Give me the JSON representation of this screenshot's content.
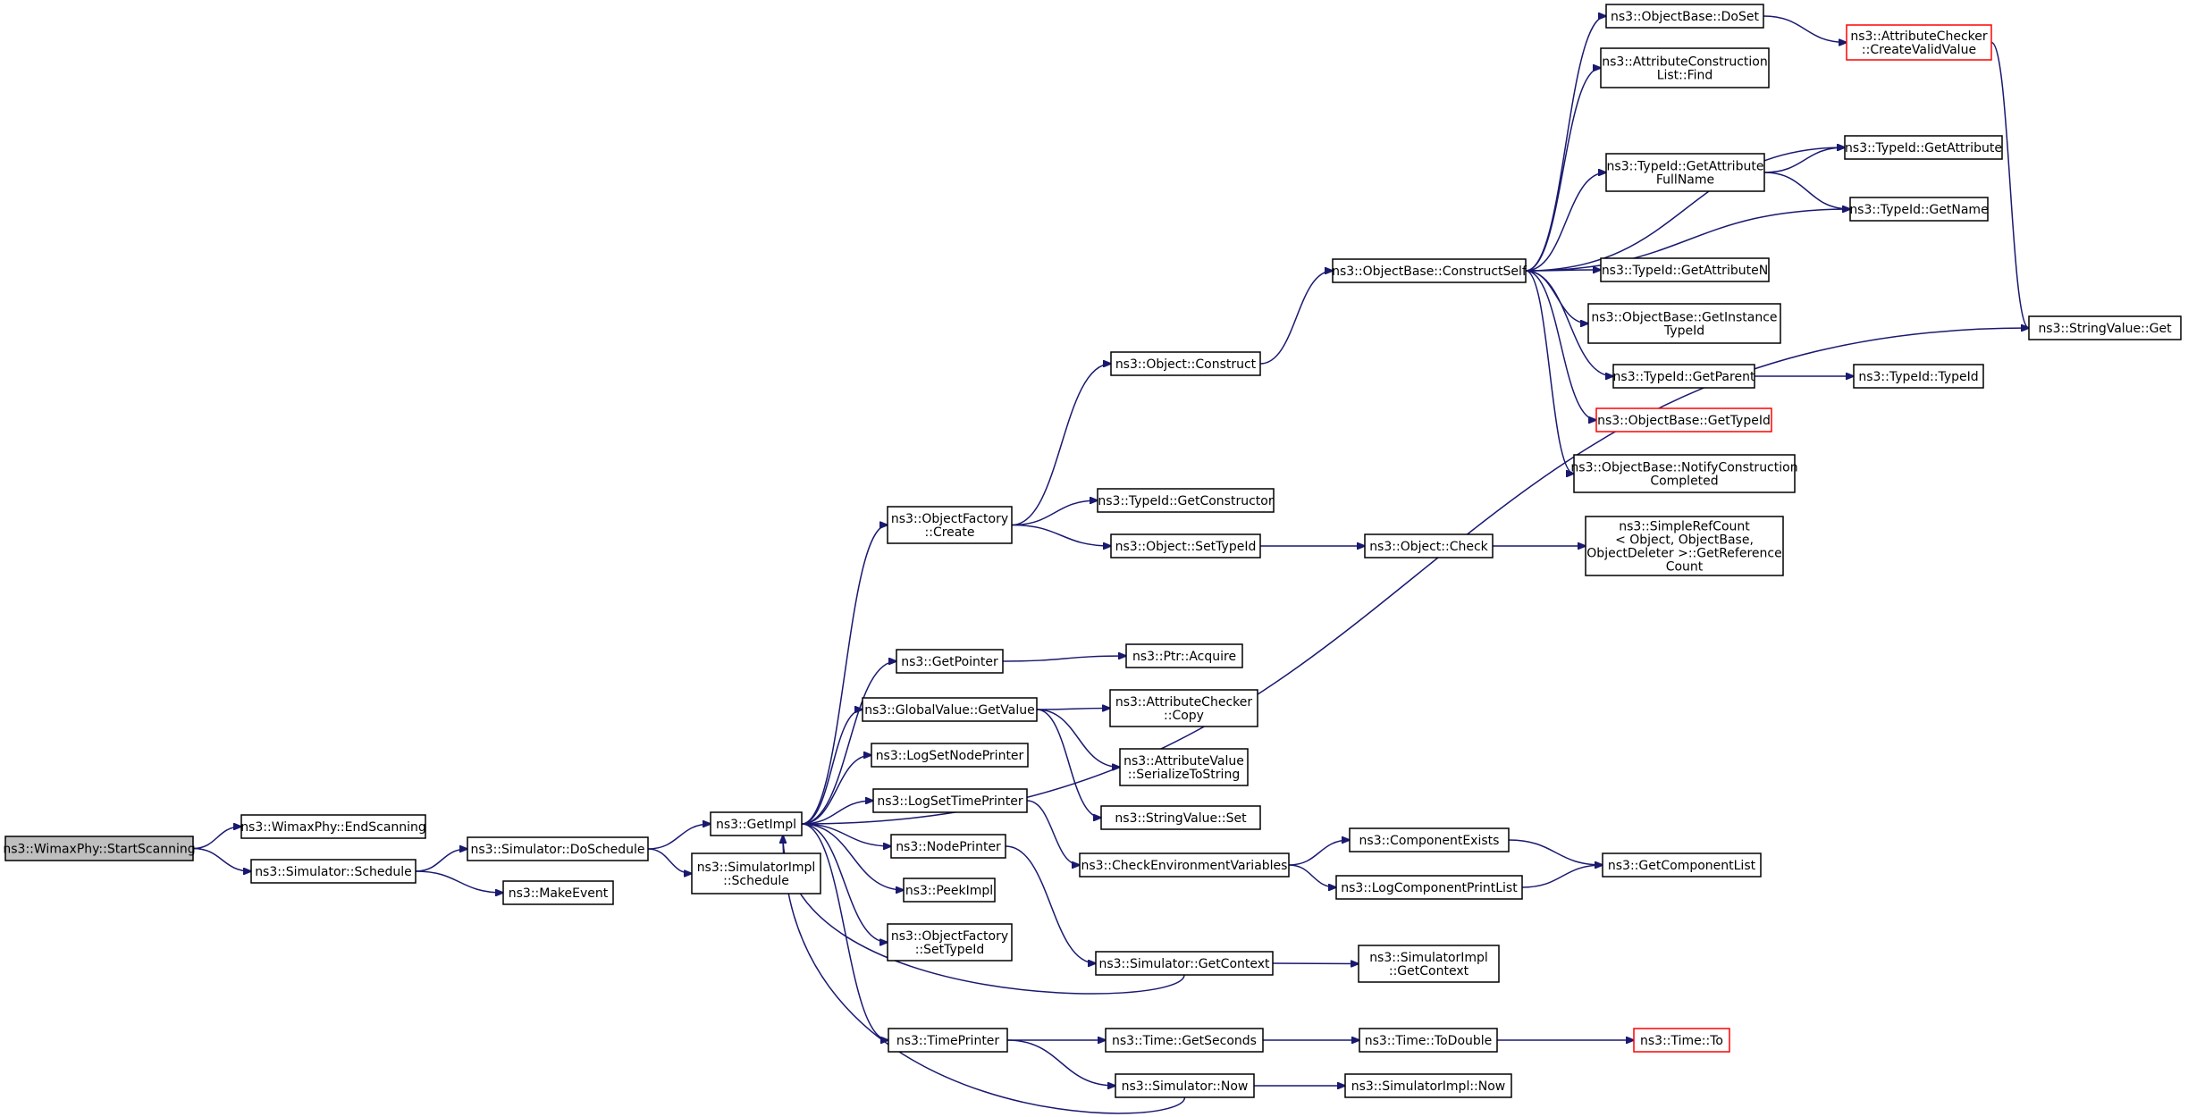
{
  "graph": {
    "nodes": [
      {
        "id": "startScanning",
        "lines": [
          "ns3::WimaxPhy::StartScanning"
        ],
        "kind": "root"
      },
      {
        "id": "endScanning",
        "lines": [
          "ns3::WimaxPhy::EndScanning"
        ]
      },
      {
        "id": "simSchedule",
        "lines": [
          "ns3::Simulator::Schedule"
        ]
      },
      {
        "id": "doSchedule",
        "lines": [
          "ns3::Simulator::DoSchedule"
        ]
      },
      {
        "id": "makeEvent",
        "lines": [
          "ns3::MakeEvent"
        ]
      },
      {
        "id": "getImpl",
        "lines": [
          "ns3::GetImpl"
        ]
      },
      {
        "id": "simImplSchedule",
        "lines": [
          "ns3::SimulatorImpl",
          "::Schedule"
        ]
      },
      {
        "id": "objFactoryCreate",
        "lines": [
          "ns3::ObjectFactory",
          "::Create"
        ]
      },
      {
        "id": "getPointer",
        "lines": [
          "ns3::GetPointer"
        ]
      },
      {
        "id": "gvGetValue",
        "lines": [
          "ns3::GlobalValue::GetValue"
        ]
      },
      {
        "id": "logSetNodePrinter",
        "lines": [
          "ns3::LogSetNodePrinter"
        ]
      },
      {
        "id": "logSetTimePrinter",
        "lines": [
          "ns3::LogSetTimePrinter"
        ]
      },
      {
        "id": "nodePrinter",
        "lines": [
          "ns3::NodePrinter"
        ]
      },
      {
        "id": "peekImpl",
        "lines": [
          "ns3::PeekImpl"
        ]
      },
      {
        "id": "ofSetTypeId",
        "lines": [
          "ns3::ObjectFactory",
          "::SetTypeId"
        ]
      },
      {
        "id": "timePrinter",
        "lines": [
          "ns3::TimePrinter"
        ]
      },
      {
        "id": "objConstruct",
        "lines": [
          "ns3::Object::Construct"
        ]
      },
      {
        "id": "tidGetConstructor",
        "lines": [
          "ns3::TypeId::GetConstructor"
        ]
      },
      {
        "id": "objSetTypeId",
        "lines": [
          "ns3::Object::SetTypeId"
        ]
      },
      {
        "id": "ptrAcquire",
        "lines": [
          "ns3::Ptr::Acquire"
        ]
      },
      {
        "id": "acCopy",
        "lines": [
          "ns3::AttributeChecker",
          "::Copy"
        ]
      },
      {
        "id": "avSerialize",
        "lines": [
          "ns3::AttributeValue",
          "::SerializeToString"
        ]
      },
      {
        "id": "svSet",
        "lines": [
          "ns3::StringValue::Set"
        ]
      },
      {
        "id": "checkEnv",
        "lines": [
          "ns3::CheckEnvironmentVariables"
        ]
      },
      {
        "id": "simGetContext",
        "lines": [
          "ns3::Simulator::GetContext"
        ]
      },
      {
        "id": "timeGetSeconds",
        "lines": [
          "ns3::Time::GetSeconds"
        ]
      },
      {
        "id": "simNow",
        "lines": [
          "ns3::Simulator::Now"
        ]
      },
      {
        "id": "obConstructSelf",
        "lines": [
          "ns3::ObjectBase::ConstructSelf"
        ]
      },
      {
        "id": "objCheck",
        "lines": [
          "ns3::Object::Check"
        ]
      },
      {
        "id": "compExists",
        "lines": [
          "ns3::ComponentExists"
        ]
      },
      {
        "id": "logCompPrintList",
        "lines": [
          "ns3::LogComponentPrintList"
        ]
      },
      {
        "id": "simImplGetContext",
        "lines": [
          "ns3::SimulatorImpl",
          "::GetContext"
        ]
      },
      {
        "id": "timeToDouble",
        "lines": [
          "ns3::Time::ToDouble"
        ]
      },
      {
        "id": "simImplNow",
        "lines": [
          "ns3::SimulatorImpl::Now"
        ]
      },
      {
        "id": "obDoSet",
        "lines": [
          "ns3::ObjectBase::DoSet"
        ]
      },
      {
        "id": "aclFind",
        "lines": [
          "ns3::AttributeConstruction",
          "List::Find"
        ]
      },
      {
        "id": "tidGetAttrFullName",
        "lines": [
          "ns3::TypeId::GetAttribute",
          "FullName"
        ]
      },
      {
        "id": "tidGetAttrN",
        "lines": [
          "ns3::TypeId::GetAttributeN"
        ]
      },
      {
        "id": "obGetInstanceTypeId",
        "lines": [
          "ns3::ObjectBase::GetInstance",
          "TypeId"
        ]
      },
      {
        "id": "tidGetParent",
        "lines": [
          "ns3::TypeId::GetParent"
        ]
      },
      {
        "id": "obGetTypeId",
        "lines": [
          "ns3::ObjectBase::GetTypeId"
        ],
        "kind": "ext"
      },
      {
        "id": "obNotifyConstruction",
        "lines": [
          "ns3::ObjectBase::NotifyConstruction",
          "Completed"
        ]
      },
      {
        "id": "simpleRefCount",
        "lines": [
          "ns3::SimpleRefCount",
          "< Object, ObjectBase,",
          "ObjectDeleter >::GetReference",
          "Count"
        ]
      },
      {
        "id": "getComponentList",
        "lines": [
          "ns3::GetComponentList"
        ]
      },
      {
        "id": "timeTo",
        "lines": [
          "ns3::Time::To"
        ],
        "kind": "ext"
      },
      {
        "id": "acCreateValidValue",
        "lines": [
          "ns3::AttributeChecker",
          "::CreateValidValue"
        ],
        "kind": "ext"
      },
      {
        "id": "tidGetAttribute",
        "lines": [
          "ns3::TypeId::GetAttribute"
        ]
      },
      {
        "id": "tidGetName",
        "lines": [
          "ns3::TypeId::GetName"
        ]
      },
      {
        "id": "tidTypeId",
        "lines": [
          "ns3::TypeId::TypeId"
        ]
      },
      {
        "id": "svGet",
        "lines": [
          "ns3::StringValue::Get"
        ]
      }
    ],
    "edges": [
      [
        "startScanning",
        "endScanning"
      ],
      [
        "startScanning",
        "simSchedule"
      ],
      [
        "simSchedule",
        "doSchedule"
      ],
      [
        "simSchedule",
        "makeEvent"
      ],
      [
        "doSchedule",
        "getImpl"
      ],
      [
        "doSchedule",
        "simImplSchedule"
      ],
      [
        "getImpl",
        "objFactoryCreate"
      ],
      [
        "getImpl",
        "svGet"
      ],
      [
        "getImpl",
        "getPointer"
      ],
      [
        "getImpl",
        "gvGetValue"
      ],
      [
        "getImpl",
        "logSetNodePrinter"
      ],
      [
        "getImpl",
        "logSetTimePrinter"
      ],
      [
        "getImpl",
        "nodePrinter"
      ],
      [
        "getImpl",
        "peekImpl"
      ],
      [
        "getImpl",
        "ofSetTypeId"
      ],
      [
        "getImpl",
        "timePrinter"
      ],
      [
        "objFactoryCreate",
        "objConstruct"
      ],
      [
        "objFactoryCreate",
        "tidGetConstructor"
      ],
      [
        "objFactoryCreate",
        "objSetTypeId"
      ],
      [
        "getPointer",
        "ptrAcquire"
      ],
      [
        "gvGetValue",
        "acCopy"
      ],
      [
        "gvGetValue",
        "avSerialize"
      ],
      [
        "gvGetValue",
        "svSet"
      ],
      [
        "logSetTimePrinter",
        "checkEnv"
      ],
      [
        "nodePrinter",
        "simGetContext"
      ],
      [
        "simGetContext",
        "getImpl"
      ],
      [
        "simGetContext",
        "simImplGetContext"
      ],
      [
        "timePrinter",
        "timeGetSeconds"
      ],
      [
        "timePrinter",
        "simNow"
      ],
      [
        "simNow",
        "getImpl"
      ],
      [
        "simNow",
        "simImplNow"
      ],
      [
        "timeGetSeconds",
        "timeToDouble"
      ],
      [
        "timeToDouble",
        "timeTo"
      ],
      [
        "objConstruct",
        "obConstructSelf"
      ],
      [
        "objSetTypeId",
        "objCheck"
      ],
      [
        "objCheck",
        "simpleRefCount"
      ],
      [
        "checkEnv",
        "compExists"
      ],
      [
        "checkEnv",
        "logCompPrintList"
      ],
      [
        "compExists",
        "getComponentList"
      ],
      [
        "logCompPrintList",
        "getComponentList"
      ],
      [
        "obConstructSelf",
        "obDoSet"
      ],
      [
        "obConstructSelf",
        "aclFind"
      ],
      [
        "obConstructSelf",
        "tidGetAttribute"
      ],
      [
        "obConstructSelf",
        "tidGetAttrFullName"
      ],
      [
        "obConstructSelf",
        "tidGetName"
      ],
      [
        "obConstructSelf",
        "tidGetAttrN"
      ],
      [
        "obConstructSelf",
        "obGetInstanceTypeId"
      ],
      [
        "obConstructSelf",
        "tidGetParent"
      ],
      [
        "obConstructSelf",
        "obGetTypeId"
      ],
      [
        "obConstructSelf",
        "obNotifyConstruction"
      ],
      [
        "tidGetAttrFullName",
        "tidGetAttribute"
      ],
      [
        "tidGetAttrFullName",
        "tidGetName"
      ],
      [
        "tidGetParent",
        "tidTypeId"
      ],
      [
        "obDoSet",
        "acCreateValidValue"
      ],
      [
        "acCreateValidValue",
        "svGet"
      ]
    ]
  }
}
